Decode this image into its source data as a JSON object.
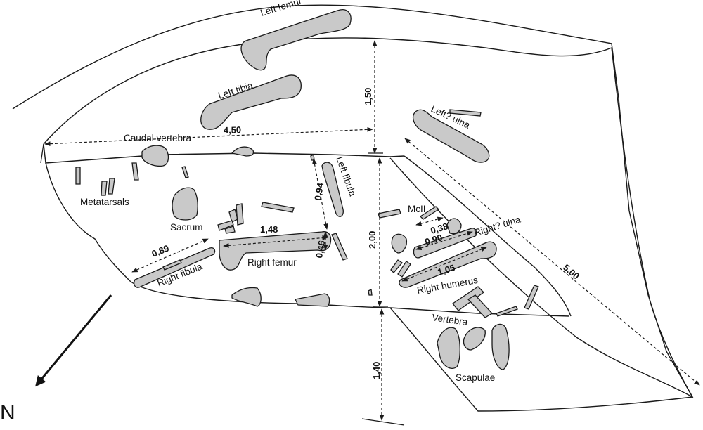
{
  "labels": {
    "left_femur": "Left femur",
    "left_tibia": "Left tibia",
    "left_ulna": "Left? ulna",
    "caudal_vertebra": "Caudal vertebra",
    "metatarsals": "Metatarsals",
    "sacrum": "Sacrum",
    "left_fibula": "Left fibula",
    "mcii": "McII",
    "right_ulna": "Right? ulna",
    "right_fibula": "Right fibula",
    "right_femur": "Right femur",
    "right_humerus": "Right humerus",
    "vertebra": "Vertebra",
    "scapulae": "Scapulae",
    "north": "N"
  },
  "measurements": {
    "m_150": "1,50",
    "m_450": "4,50",
    "m_094": "0,94",
    "m_200": "2,00",
    "m_148": "1,48",
    "m_089": "0,89",
    "m_046": "0,46",
    "m_038": "0,38",
    "m_090": "0,90",
    "m_105": "1,05",
    "m_500": "5,00",
    "m_140": "1,40"
  }
}
